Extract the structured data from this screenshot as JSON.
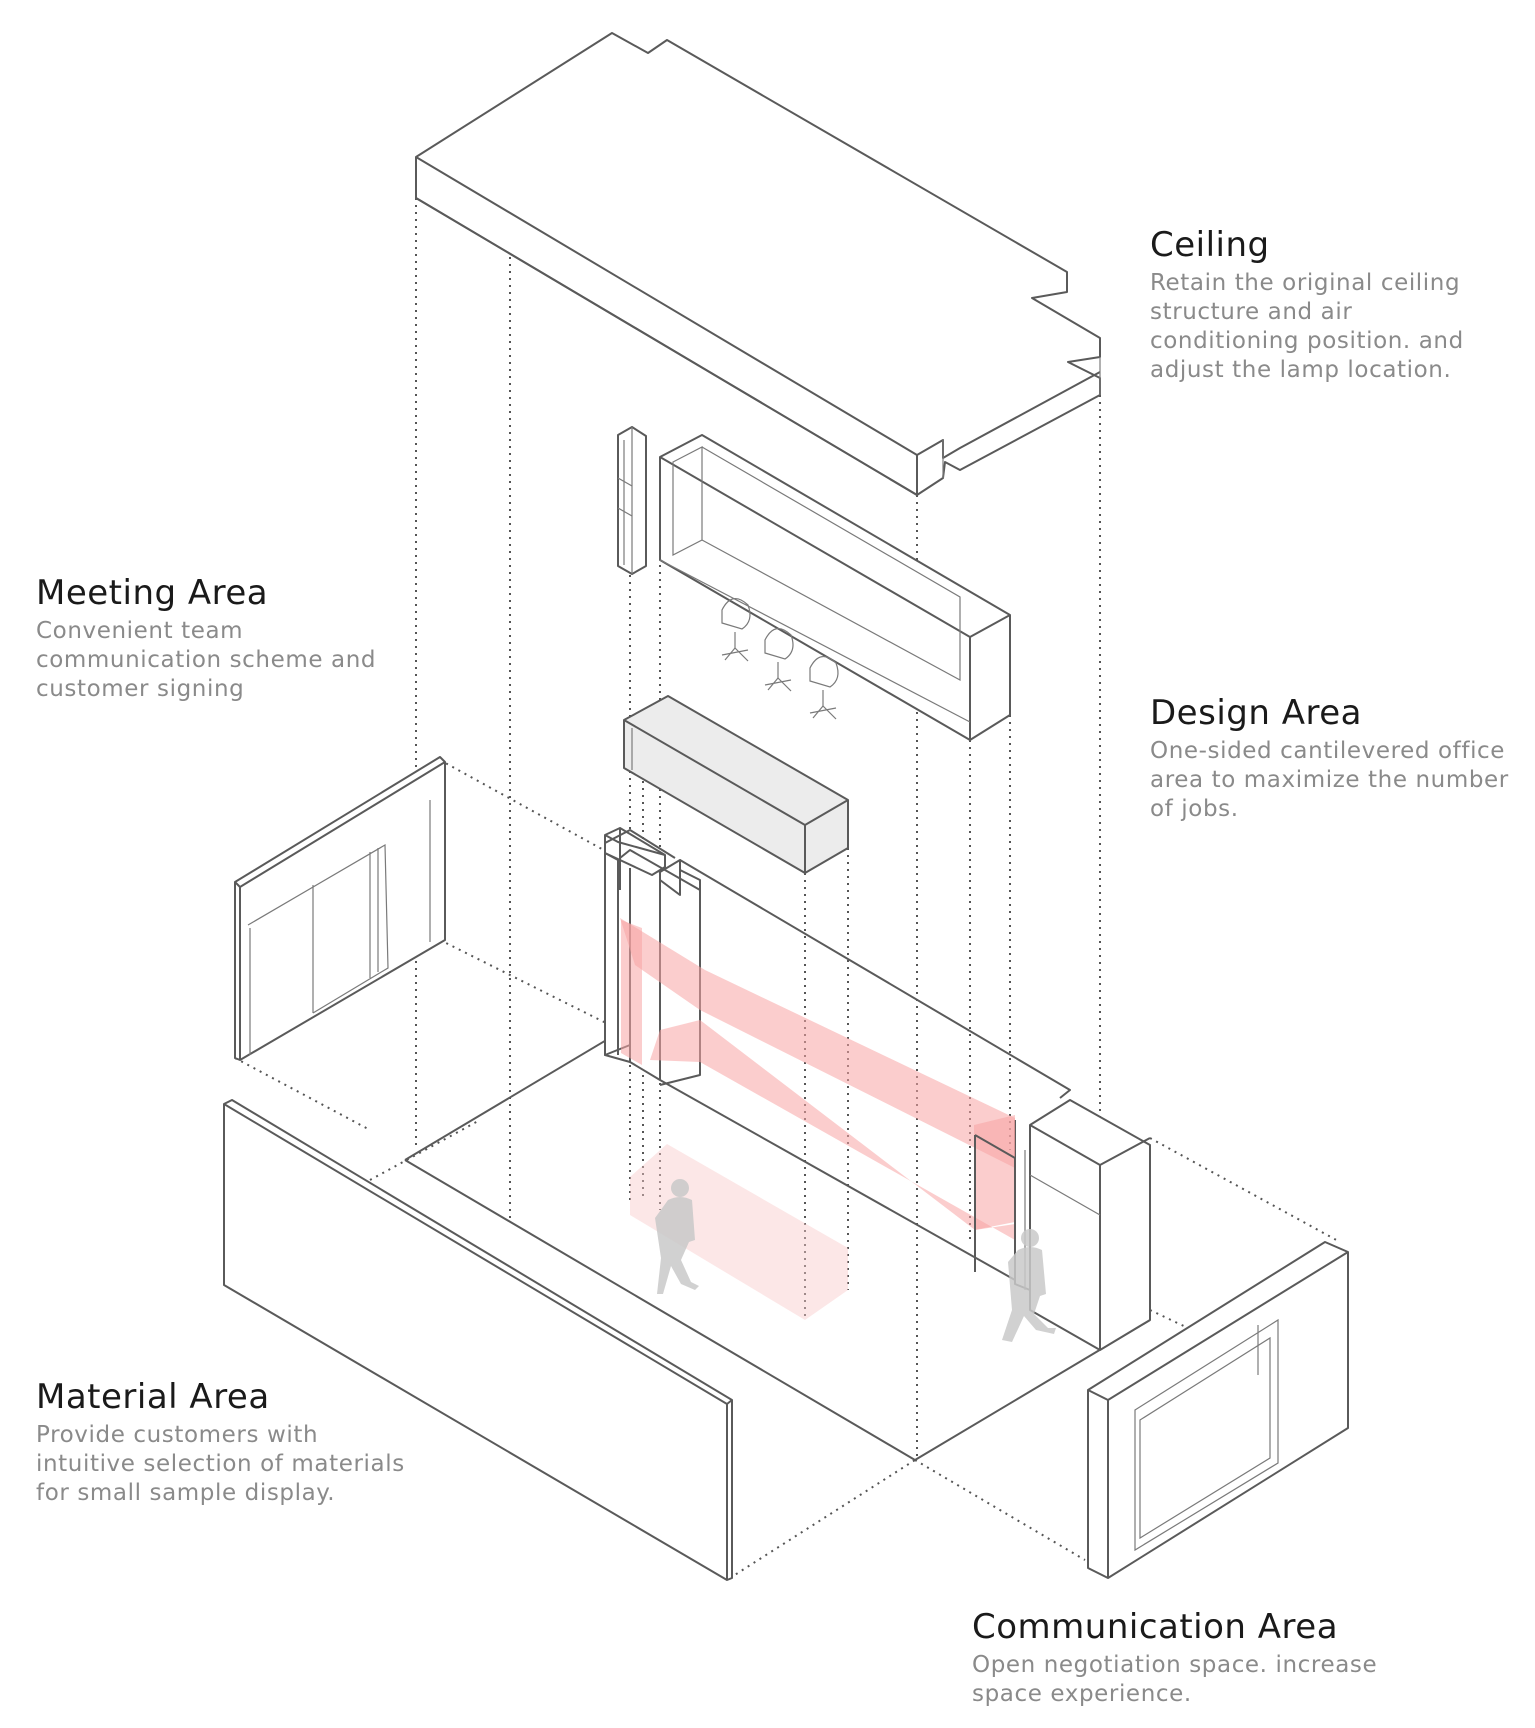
{
  "annotations": {
    "ceiling": {
      "title": "Ceiling",
      "description": "Retain the original ceiling structure and air conditioning position. and adjust the lamp location."
    },
    "meeting": {
      "title": "Meeting Area",
      "description": "Convenient team communication scheme and customer signing"
    },
    "design": {
      "title": "Design Area",
      "description": "One-sided cantilevered office area to maximize the number of jobs."
    },
    "material": {
      "title": "Material Area",
      "description": "Provide customers with intuitive selection of materials for small sample display."
    },
    "communication": {
      "title": "Communication Area",
      "description": "Open negotiation space. increase space experience."
    }
  },
  "colors": {
    "line": "#5a5a5a",
    "highlight": "#f7a4a4",
    "title_text": "#1a1a1a",
    "desc_text": "#8a8a8a"
  }
}
